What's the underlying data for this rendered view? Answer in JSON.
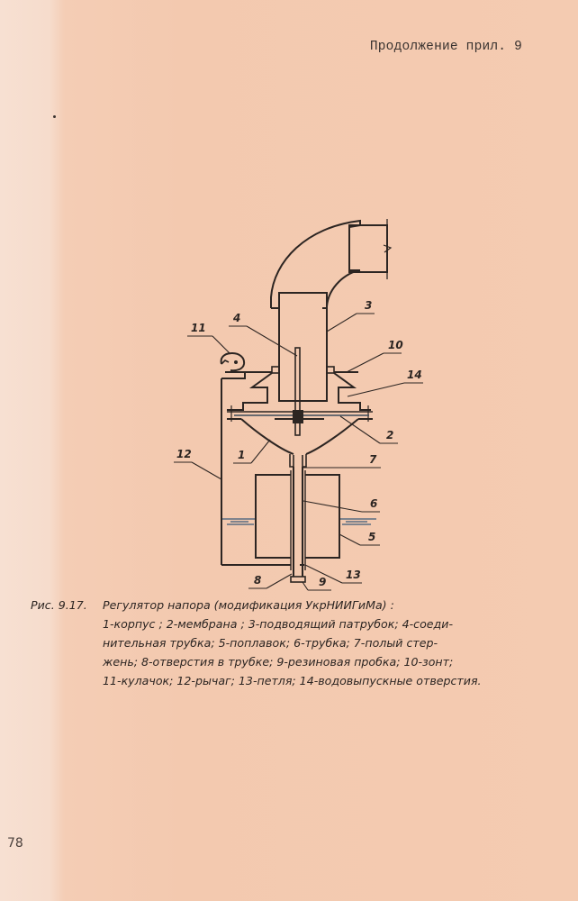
{
  "header": {
    "running_head": "Продолжение прил. 9"
  },
  "figure": {
    "labels": [
      {
        "id": "11",
        "text": "11"
      },
      {
        "id": "4",
        "text": "4"
      },
      {
        "id": "3",
        "text": "3"
      },
      {
        "id": "10",
        "text": "10"
      },
      {
        "id": "14",
        "text": "14"
      },
      {
        "id": "2",
        "text": "2"
      },
      {
        "id": "1",
        "text": "1"
      },
      {
        "id": "12",
        "text": "12"
      },
      {
        "id": "7",
        "text": "7"
      },
      {
        "id": "6",
        "text": "6"
      },
      {
        "id": "5",
        "text": "5"
      },
      {
        "id": "8",
        "text": "8"
      },
      {
        "id": "9",
        "text": "9"
      },
      {
        "id": "13",
        "text": "13"
      }
    ]
  },
  "caption": {
    "number": "Рис. 9.17.",
    "title": "Регулятор напора (модификация УкрНИИГиМа) :",
    "lines": [
      "1-корпус ; 2-мембрана ; 3-подводящий патрубок; 4-соеди-",
      "нительная трубка; 5-поплавок; 6-трубка; 7-полый стер-",
      "жень; 8-отверстия в трубке; 9-резиновая пробка; 10-зонт;",
      "11-кулачок; 12-рычаг; 13-петля; 14-водовыпускные отверстия."
    ],
    "legend": [
      {
        "n": 1,
        "text": "корпус"
      },
      {
        "n": 2,
        "text": "мембрана"
      },
      {
        "n": 3,
        "text": "подводящий патрубок"
      },
      {
        "n": 4,
        "text": "соединительная трубка"
      },
      {
        "n": 5,
        "text": "поплавок"
      },
      {
        "n": 6,
        "text": "трубка"
      },
      {
        "n": 7,
        "text": "полый стержень"
      },
      {
        "n": 8,
        "text": "отверстия в трубке"
      },
      {
        "n": 9,
        "text": "резиновая пробка"
      },
      {
        "n": 10,
        "text": "зонт"
      },
      {
        "n": 11,
        "text": "кулачок"
      },
      {
        "n": 12,
        "text": "рычаг"
      },
      {
        "n": 13,
        "text": "петля"
      },
      {
        "n": 14,
        "text": "водовыпускные отверстия"
      }
    ]
  },
  "footer": {
    "page_number": "78"
  },
  "colors": {
    "paper": "#f3c9af",
    "paper_margin": "#f7e0d2",
    "ink": "#2c2522",
    "water_mark": "#3b5a78"
  }
}
